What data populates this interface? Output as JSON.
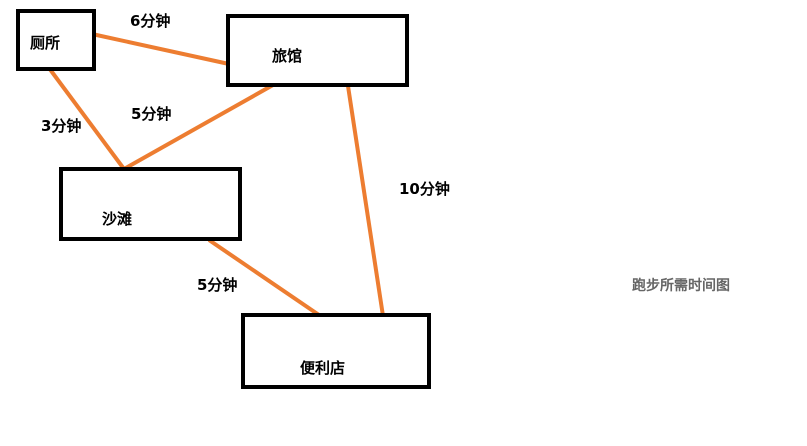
{
  "diagram": {
    "caption": "跑步所需时间图",
    "colors": {
      "edge": "#ed7d31",
      "border": "#000000",
      "caption": "#666666"
    },
    "nodes": [
      {
        "id": "toilet",
        "label": "厕所"
      },
      {
        "id": "hotel",
        "label": "旅馆"
      },
      {
        "id": "beach",
        "label": "沙滩"
      },
      {
        "id": "store",
        "label": "便利店"
      }
    ],
    "edges": [
      {
        "from": "toilet",
        "to": "hotel",
        "label": "6分钟"
      },
      {
        "from": "toilet",
        "to": "beach",
        "label": "3分钟"
      },
      {
        "from": "hotel",
        "to": "beach",
        "label": "5分钟"
      },
      {
        "from": "hotel",
        "to": "store",
        "label": "10分钟"
      },
      {
        "from": "beach",
        "to": "store",
        "label": "5分钟"
      }
    ]
  }
}
